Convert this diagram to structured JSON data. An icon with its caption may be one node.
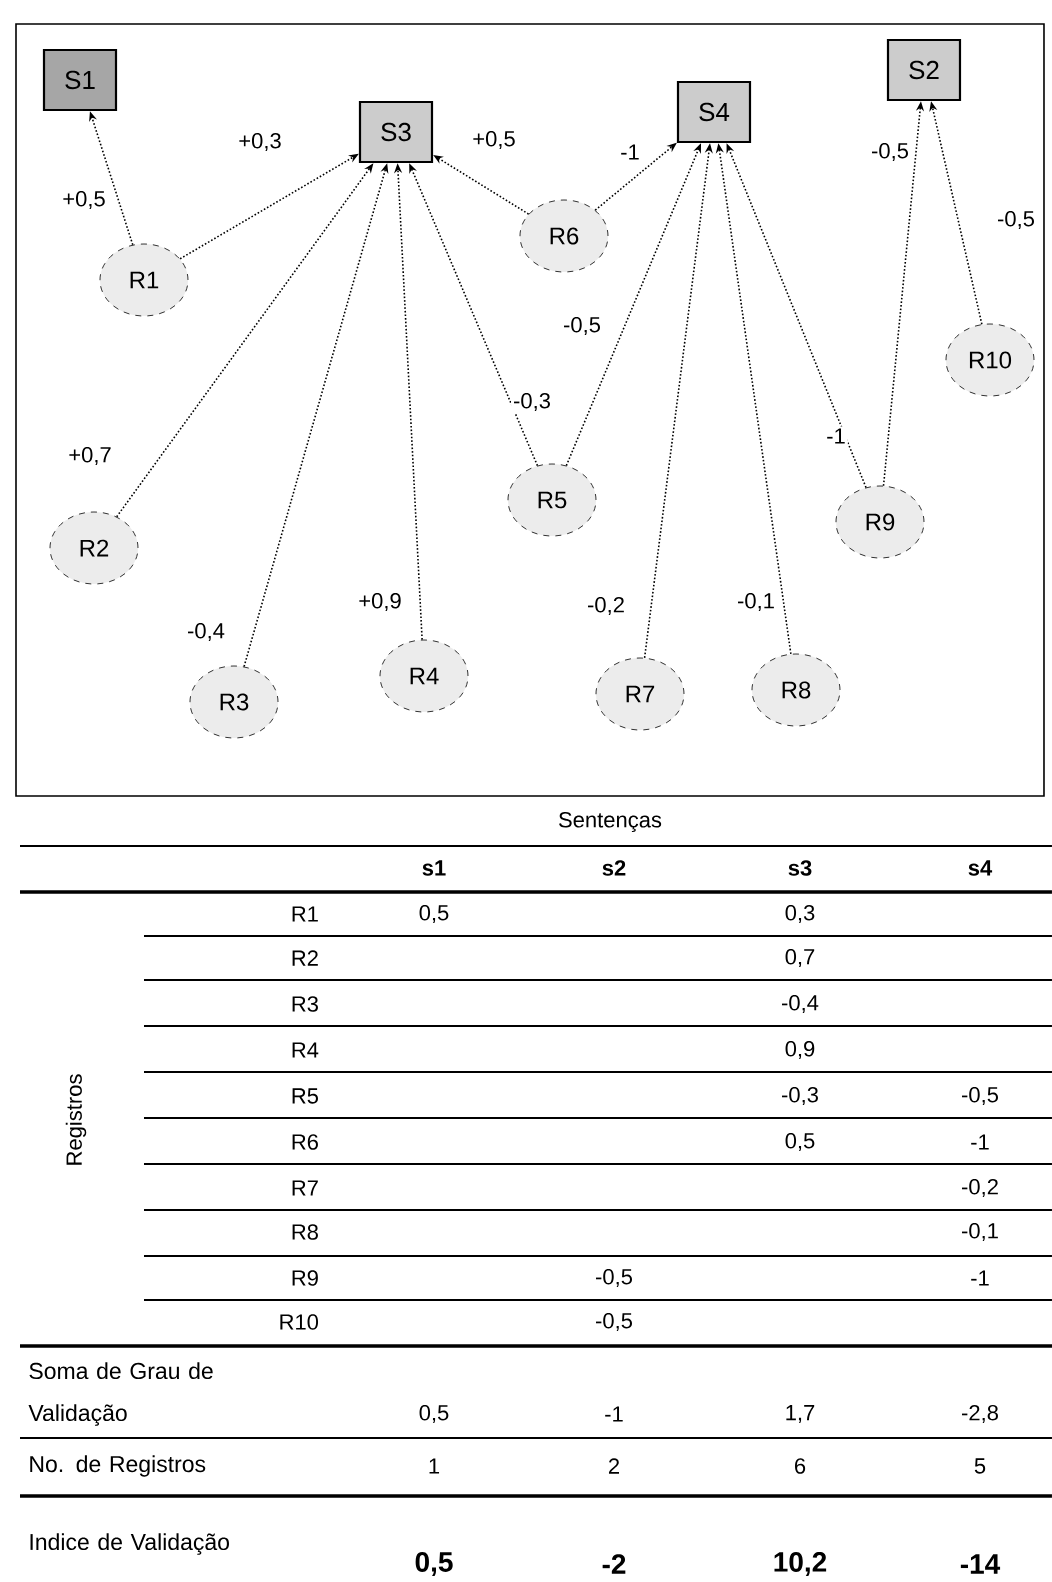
{
  "diagram": {
    "nodes": [
      {
        "text": [
          "S1"
        ]
      },
      {
        "text": [
          "S3"
        ]
      },
      {
        "text": [
          "S4"
        ]
      },
      {
        "text": [
          "S2"
        ]
      },
      {
        "text": [
          "R1"
        ]
      },
      {
        "text": [
          "R2"
        ]
      },
      {
        "text": [
          "R3"
        ]
      },
      {
        "text": [
          "R4"
        ]
      },
      {
        "text": [
          "R5"
        ]
      },
      {
        "text": [
          "R6"
        ]
      },
      {
        "text": [
          "R7"
        ]
      },
      {
        "text": [
          "R8"
        ]
      },
      {
        "text": [
          "R9"
        ]
      },
      {
        "text": [
          "R10"
        ]
      }
    ],
    "edges": [
      {
        "from": 4,
        "to": 0,
        "arrow": "to",
        "label": "+0,5"
      },
      {
        "from": 4,
        "to": 1,
        "arrow": "to",
        "label": "+0,3"
      },
      {
        "from": 9,
        "to": 1,
        "arrow": "to",
        "label": "+0,5"
      },
      {
        "from": 9,
        "to": 2,
        "arrow": "to",
        "label": "-1"
      },
      {
        "from": 5,
        "to": 1,
        "arrow": "to",
        "label": "+0,7"
      },
      {
        "from": 6,
        "to": 1,
        "arrow": "to",
        "label": "-0,4"
      },
      {
        "from": 7,
        "to": 1,
        "arrow": "to",
        "label": "+0,9"
      },
      {
        "from": 8,
        "to": 1,
        "arrow": "to",
        "label": "-0,3"
      },
      {
        "from": 8,
        "to": 2,
        "arrow": "to",
        "label": "-0,5"
      },
      {
        "from": 10,
        "to": 2,
        "arrow": "to",
        "label": "-0,2"
      },
      {
        "from": 11,
        "to": 2,
        "arrow": "to",
        "label": "-0,1"
      },
      {
        "from": 12,
        "to": 2,
        "arrow": "to",
        "label": "-1"
      },
      {
        "from": 12,
        "to": 3,
        "arrow": "to",
        "label": "-0,5"
      },
      {
        "from": 13,
        "to": 3,
        "arrow": "to",
        "label": "-0,5"
      }
    ],
    "labels": [
      "Sentenças",
      "s1",
      "s2",
      "s3",
      "s4",
      "Registros",
      "R1",
      "0,5",
      "0,3",
      "R2",
      "0,7",
      "R3",
      "-0,4",
      "R4",
      "0,9",
      "R5",
      "-0,3",
      "-0,5",
      "R6",
      "0,5",
      "-1",
      "R7",
      "-0,2",
      "R8",
      "-0,1",
      "R9",
      "-0,5",
      "-1",
      "R10",
      "-0,5",
      "Soma de Grau de Validação",
      "0,5",
      "-1",
      "1,7",
      "-2,8",
      "No. de Registros",
      "1",
      "2",
      "6",
      "5",
      "Indice de Validação",
      "0,5",
      "-2",
      "10,2",
      "-14"
    ]
  }
}
